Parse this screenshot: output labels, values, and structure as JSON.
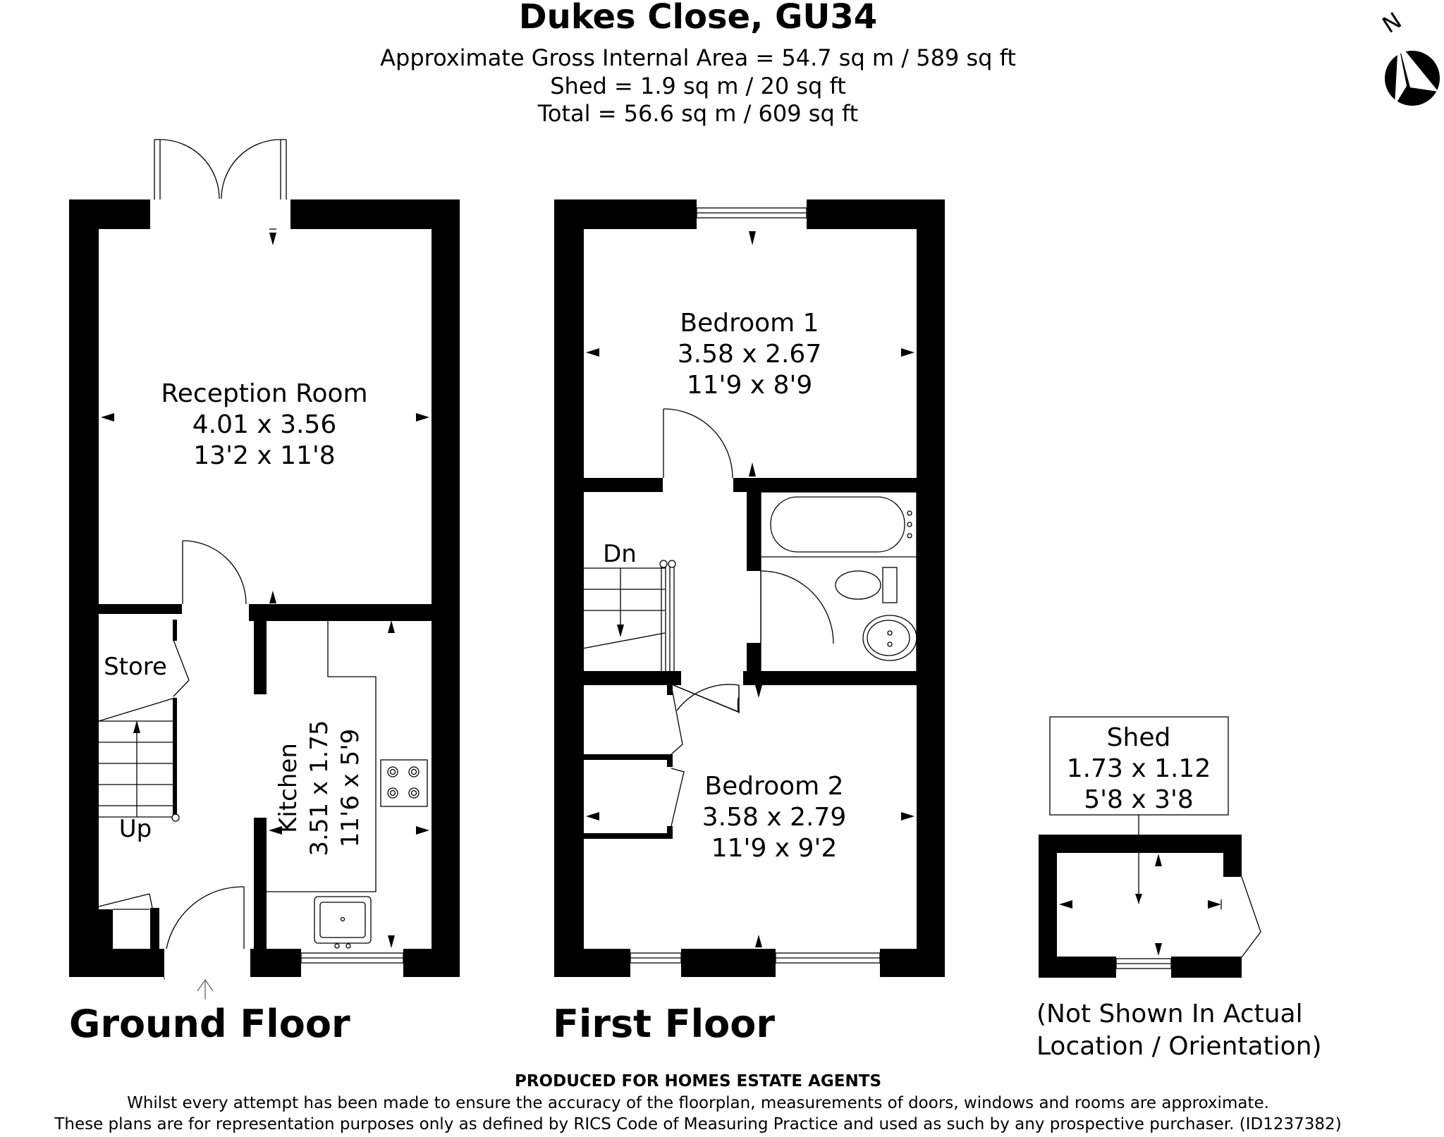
{
  "header": {
    "title": "Dukes Close, GU34",
    "area_line": "Approximate Gross Internal Area = 54.7 sq m / 589 sq ft",
    "shed_line": "Shed = 1.9 sq m / 20 sq ft",
    "total_line": "Total = 56.6 sq m / 609 sq ft"
  },
  "compass": {
    "label": "N"
  },
  "ground_floor": {
    "label": "Ground Floor",
    "reception": {
      "name": "Reception Room",
      "metric": "4.01 x 3.56",
      "imperial": "13'2 x 11'8"
    },
    "kitchen": {
      "name": "Kitchen",
      "metric": "3.51 x 1.75",
      "imperial": "11'6 x 5'9"
    },
    "store": "Store",
    "stairs": "Up"
  },
  "first_floor": {
    "label": "First Floor",
    "bedroom1": {
      "name": "Bedroom 1",
      "metric": "3.58 x 2.67",
      "imperial": "11'9 x 8'9"
    },
    "bedroom2": {
      "name": "Bedroom 2",
      "metric": "3.58 x 2.79",
      "imperial": "11'9 x 9'2"
    },
    "stairs": "Dn"
  },
  "shed": {
    "name": "Shed",
    "metric": "1.73 x 1.12",
    "imperial": "5'8 x 3'8",
    "note_line1": "(Not Shown In Actual",
    "note_line2": "Location / Orientation)"
  },
  "footer": {
    "produced_for": "PRODUCED FOR HOMES ESTATE AGENTS",
    "disclaimer1": "Whilst every attempt has been made to ensure the accuracy of the floorplan, measurements of doors, windows and rooms are approximate.",
    "disclaimer2": "These plans are for representation purposes only as defined by RICS Code of Measuring Practice and used as such by any prospective purchaser. (ID1237382)"
  }
}
